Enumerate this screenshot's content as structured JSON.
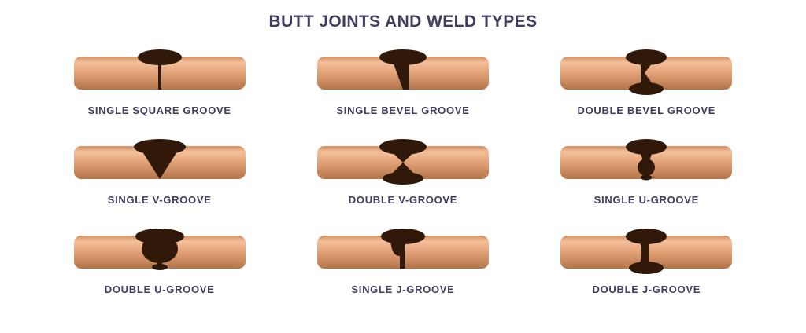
{
  "title": "BUTT JOINTS AND WELD TYPES",
  "colors": {
    "background": "#ffffff",
    "text": "#413d5f",
    "weld": "#31190a",
    "copper_top": "#cf9166",
    "copper_light": "#f4c09a",
    "copper_mid": "#e2a176",
    "copper_dark": "#b4744a"
  },
  "cells": [
    {
      "type": "single-square-groove",
      "label": "SINGLE SQUARE GROOVE"
    },
    {
      "type": "single-bevel-groove",
      "label": "SINGLE BEVEL GROOVE"
    },
    {
      "type": "double-bevel-groove",
      "label": "DOUBLE BEVEL GROOVE"
    },
    {
      "type": "single-v-groove",
      "label": "SINGLE V-GROOVE"
    },
    {
      "type": "double-v-groove",
      "label": "DOUBLE  V-GROOVE"
    },
    {
      "type": "single-u-groove",
      "label": "SINGLE U-GROOVE"
    },
    {
      "type": "double-u-groove",
      "label": "DOUBLE U-GROOVE"
    },
    {
      "type": "single-j-groove",
      "label": "SINGLE J-GROOVE"
    },
    {
      "type": "double-j-groove",
      "label": "DOUBLE J-GROOVE"
    }
  ]
}
